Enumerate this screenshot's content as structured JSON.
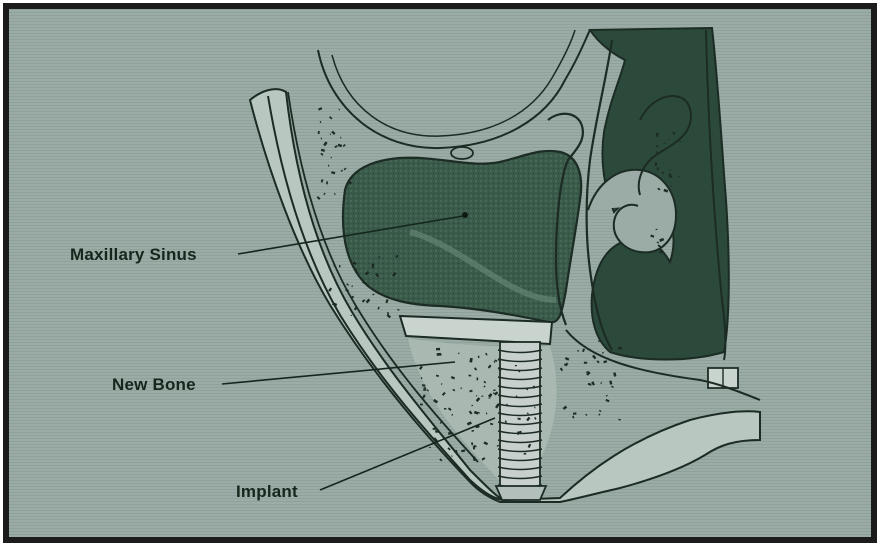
{
  "labels": {
    "maxillary_sinus": "Maxillary Sinus",
    "new_bone": "New Bone",
    "implant": "Implant"
  },
  "colors": {
    "background": "#9aaca5",
    "border": "#1c1c1c",
    "sinus_dark": "#2c4a3b",
    "sinus_mid": "#456654",
    "tissue_light": "#b9c7c1",
    "bone_outline": "#1c2b24",
    "implant": "#c7d0cc"
  }
}
